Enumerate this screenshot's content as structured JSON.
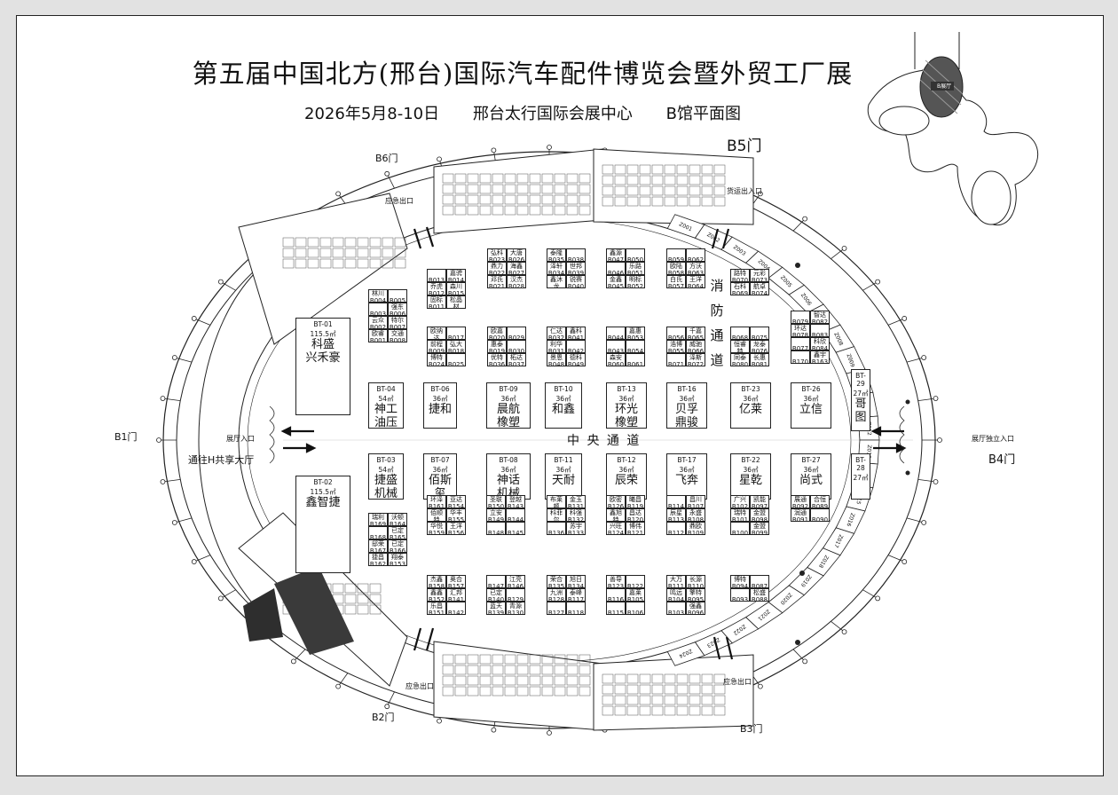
{
  "title": "第五届中国北方(邢台)国际汽车配件博览会暨外贸工厂展",
  "subtitle": {
    "date": "2026年5月8-10日",
    "venue": "邢台太行国际会展中心",
    "hall": "B馆平面图"
  },
  "gates": {
    "b1": "B1门",
    "b2": "B2门",
    "b3": "B3门",
    "b4": "B4门",
    "b5": "B5门",
    "b6": "B6门"
  },
  "labels": {
    "central_aisle": "中 央 通 道",
    "fire_aisle": "消防通道",
    "to_h_hall": "通往H共享大厅",
    "emergency_exit": "应急出口",
    "cargo_entrance": "货运出入口",
    "hall_entrance": "展厅入口",
    "hall_entrance_east": "展厅独立入口"
  },
  "inset": {
    "label": "B展厅"
  },
  "big_booths": [
    {
      "id": "BT-01",
      "area": "115.5㎡",
      "name": "科盛\n兴禾豪"
    },
    {
      "id": "BT-02",
      "area": "115.5㎡",
      "name": "鑫智捷"
    },
    {
      "id": "BT-04",
      "area": "54㎡",
      "name": "神工\n油压"
    },
    {
      "id": "BT-03",
      "area": "54㎡",
      "name": "捷盛\n机械"
    },
    {
      "id": "BT-06",
      "area": "36㎡",
      "name": "捷和"
    },
    {
      "id": "BT-07",
      "area": "36㎡",
      "name": "佰斯玺"
    },
    {
      "id": "BT-09",
      "area": "36㎡",
      "name": "晨航\n橡塑"
    },
    {
      "id": "BT-08",
      "area": "36㎡",
      "name": "神话\n机械"
    },
    {
      "id": "BT-10",
      "area": "36㎡",
      "name": "和鑫"
    },
    {
      "id": "BT-11",
      "area": "36㎡",
      "name": "天耐"
    },
    {
      "id": "BT-13",
      "area": "36㎡",
      "name": "环光\n橡塑"
    },
    {
      "id": "BT-12",
      "area": "36㎡",
      "name": "辰荣"
    },
    {
      "id": "BT-16",
      "area": "36㎡",
      "name": "贝孚\n鼎骏"
    },
    {
      "id": "BT-17",
      "area": "36㎡",
      "name": "飞奔"
    },
    {
      "id": "BT-23",
      "area": "36㎡",
      "name": "亿莱"
    },
    {
      "id": "BT-22",
      "area": "36㎡",
      "name": "星乾"
    },
    {
      "id": "BT-26",
      "area": "36㎡",
      "name": "立信"
    },
    {
      "id": "BT-27",
      "area": "36㎡",
      "name": "尚式"
    },
    {
      "id": "BT-29",
      "area": "27㎡",
      "name": "哥图"
    },
    {
      "id": "BT-28",
      "area": "27㎡",
      "name": ""
    }
  ],
  "small_booths": [
    {
      "id": "B004",
      "name": "林川"
    },
    {
      "id": "B005",
      "name": ""
    },
    {
      "id": "B003",
      "name": ""
    },
    {
      "id": "B006",
      "name": "强东"
    },
    {
      "id": "B002",
      "name": "云众"
    },
    {
      "id": "B007",
      "name": "特尔"
    },
    {
      "id": "B001",
      "name": "欧睿"
    },
    {
      "id": "B008",
      "name": "交通"
    },
    {
      "id": "B013",
      "name": ""
    },
    {
      "id": "B014",
      "name": "嘉骋"
    },
    {
      "id": "B012",
      "name": "乔虎"
    },
    {
      "id": "B015",
      "name": "森川"
    },
    {
      "id": "B011",
      "name": "固标"
    },
    {
      "id": "B016",
      "name": "松晶材"
    },
    {
      "id": "B010",
      "name": "欧纳达"
    },
    {
      "id": "B017",
      "name": ""
    },
    {
      "id": "B009",
      "name": "前程"
    },
    {
      "id": "B018",
      "name": "弘大"
    },
    {
      "id": "B024",
      "name": "博特"
    },
    {
      "id": "B025",
      "name": ""
    },
    {
      "id": "B023",
      "name": "弘科"
    },
    {
      "id": "B026",
      "name": "大唐"
    },
    {
      "id": "B022",
      "name": "鼎力"
    },
    {
      "id": "B027",
      "name": "海鑫"
    },
    {
      "id": "B021",
      "name": "邓氏"
    },
    {
      "id": "B028",
      "name": "汉杰"
    },
    {
      "id": "B020",
      "name": "欧嘉"
    },
    {
      "id": "B029",
      "name": ""
    },
    {
      "id": "B019",
      "name": "惠泰"
    },
    {
      "id": "B030",
      "name": ""
    },
    {
      "id": "B036",
      "name": "优特"
    },
    {
      "id": "B037",
      "name": "柘达"
    },
    {
      "id": "B035",
      "name": "泰隆"
    },
    {
      "id": "B038",
      "name": ""
    },
    {
      "id": "B034",
      "name": "泽轩"
    },
    {
      "id": "B039",
      "name": "世邦"
    },
    {
      "id": "B033",
      "name": "鑫沐龙"
    },
    {
      "id": "B040",
      "name": "锐赛"
    },
    {
      "id": "B032",
      "name": "仁达"
    },
    {
      "id": "B041",
      "name": "鑫科"
    },
    {
      "id": "B031",
      "name": "利华"
    },
    {
      "id": "B042",
      "name": ""
    },
    {
      "id": "B048",
      "name": "景恩"
    },
    {
      "id": "B049",
      "name": "德科"
    },
    {
      "id": "B047",
      "name": "鑫源"
    },
    {
      "id": "B050",
      "name": ""
    },
    {
      "id": "B046",
      "name": ""
    },
    {
      "id": "B051",
      "name": "乐路"
    },
    {
      "id": "B045",
      "name": "金鑫"
    },
    {
      "id": "B052",
      "name": "明标"
    },
    {
      "id": "B044",
      "name": ""
    },
    {
      "id": "B053",
      "name": "嘉惠"
    },
    {
      "id": "B043",
      "name": ""
    },
    {
      "id": "B054",
      "name": ""
    },
    {
      "id": "B060",
      "name": "森安"
    },
    {
      "id": "B061",
      "name": ""
    },
    {
      "id": "B059",
      "name": ""
    },
    {
      "id": "B062",
      "name": ""
    },
    {
      "id": "B058",
      "name": "欧陆"
    },
    {
      "id": "B063",
      "name": "方沃"
    },
    {
      "id": "B057",
      "name": "白氏"
    },
    {
      "id": "B064",
      "name": "王洋"
    },
    {
      "id": "B056",
      "name": ""
    },
    {
      "id": "B065",
      "name": "千嘉"
    },
    {
      "id": "B055",
      "name": "浩博"
    },
    {
      "id": "B066",
      "name": "威驰"
    },
    {
      "id": "B071",
      "name": ""
    },
    {
      "id": "B072",
      "name": "泽斯"
    },
    {
      "id": "B070",
      "name": "路特"
    },
    {
      "id": "B073",
      "name": "元彩"
    },
    {
      "id": "B069",
      "name": "石科"
    },
    {
      "id": "B074",
      "name": "航卓"
    },
    {
      "id": "B068",
      "name": ""
    },
    {
      "id": "B075",
      "name": ""
    },
    {
      "id": "B067",
      "name": "恒睿特"
    },
    {
      "id": "B076",
      "name": "龙泰"
    },
    {
      "id": "B080",
      "name": "同泰"
    },
    {
      "id": "B081",
      "name": "长惠"
    },
    {
      "id": "B079",
      "name": ""
    },
    {
      "id": "B082",
      "name": "智达"
    },
    {
      "id": "B078",
      "name": "环达"
    },
    {
      "id": "B083",
      "name": ""
    },
    {
      "id": "B077",
      "name": ""
    },
    {
      "id": "B084",
      "name": "科欣"
    },
    {
      "id": "B170",
      "name": ""
    },
    {
      "id": "B163",
      "name": "鑫宇"
    },
    {
      "id": "B169",
      "name": "瑞利"
    },
    {
      "id": "B164",
      "name": "沃顿"
    },
    {
      "id": "B168",
      "name": ""
    },
    {
      "id": "B165",
      "name": "已定"
    },
    {
      "id": "B167",
      "name": "邸荣"
    },
    {
      "id": "B166",
      "name": "已定"
    },
    {
      "id": "B162",
      "name": "捷昌"
    },
    {
      "id": "B153",
      "name": "翔泰"
    },
    {
      "id": "B161",
      "name": "环泽"
    },
    {
      "id": "B154",
      "name": "亚达"
    },
    {
      "id": "B160",
      "name": "佰顺特"
    },
    {
      "id": "B155",
      "name": "华丰"
    },
    {
      "id": "B159",
      "name": "华悦"
    },
    {
      "id": "B156",
      "name": "王洋"
    },
    {
      "id": "B158",
      "name": "杰鑫"
    },
    {
      "id": "B157",
      "name": "奥合"
    },
    {
      "id": "B152",
      "name": "鑫鑫"
    },
    {
      "id": "B141",
      "name": "汇邦"
    },
    {
      "id": "B151",
      "name": "乐昌"
    },
    {
      "id": "B142",
      "name": ""
    },
    {
      "id": "B150",
      "name": "圣联"
    },
    {
      "id": "B143",
      "name": "登越"
    },
    {
      "id": "B149",
      "name": "立安"
    },
    {
      "id": "B144",
      "name": ""
    },
    {
      "id": "B148",
      "name": ""
    },
    {
      "id": "B145",
      "name": ""
    },
    {
      "id": "B147",
      "name": ""
    },
    {
      "id": "B146",
      "name": "江亮"
    },
    {
      "id": "B140",
      "name": "已定"
    },
    {
      "id": "B129",
      "name": ""
    },
    {
      "id": "B139",
      "name": "蓝天"
    },
    {
      "id": "B130",
      "name": "青源"
    },
    {
      "id": "B138",
      "name": "布莱顿"
    },
    {
      "id": "B131",
      "name": "金玉"
    },
    {
      "id": "B137",
      "name": "科菲尔"
    },
    {
      "id": "B132",
      "name": "科强"
    },
    {
      "id": "B136",
      "name": ""
    },
    {
      "id": "B133",
      "name": "苏宇"
    },
    {
      "id": "B135",
      "name": "荣合"
    },
    {
      "id": "B134",
      "name": "旭日"
    },
    {
      "id": "B128",
      "name": "九洲"
    },
    {
      "id": "B117",
      "name": "泰峰"
    },
    {
      "id": "B127",
      "name": ""
    },
    {
      "id": "B118",
      "name": ""
    },
    {
      "id": "B126",
      "name": "欧密"
    },
    {
      "id": "B119",
      "name": "曦昌"
    },
    {
      "id": "B125",
      "name": "鑫旭特"
    },
    {
      "id": "B120",
      "name": "昌达"
    },
    {
      "id": "B124",
      "name": "兴旺"
    },
    {
      "id": "B121",
      "name": "博伟"
    },
    {
      "id": "B123",
      "name": "善导"
    },
    {
      "id": "B122",
      "name": ""
    },
    {
      "id": "B116",
      "name": ""
    },
    {
      "id": "B105",
      "name": "嘉莱"
    },
    {
      "id": "B115",
      "name": ""
    },
    {
      "id": "B106",
      "name": ""
    },
    {
      "id": "B114",
      "name": ""
    },
    {
      "id": "B107",
      "name": "昌川"
    },
    {
      "id": "B113",
      "name": "辰星"
    },
    {
      "id": "B108",
      "name": "永盛"
    },
    {
      "id": "B112",
      "name": ""
    },
    {
      "id": "B109",
      "name": "鼎欧"
    },
    {
      "id": "B111",
      "name": "大万"
    },
    {
      "id": "B110",
      "name": "长源"
    },
    {
      "id": "B104",
      "name": "鸣远"
    },
    {
      "id": "B095",
      "name": "擎特"
    },
    {
      "id": "B103",
      "name": ""
    },
    {
      "id": "B096",
      "name": "强鑫"
    },
    {
      "id": "B102",
      "name": "广兴"
    },
    {
      "id": "B097",
      "name": "凯能"
    },
    {
      "id": "B101",
      "name": "瑞特"
    },
    {
      "id": "B098",
      "name": "金盟"
    },
    {
      "id": "B100",
      "name": ""
    },
    {
      "id": "B099",
      "name": "金盟"
    },
    {
      "id": "B094",
      "name": "博特"
    },
    {
      "id": "B087",
      "name": ""
    },
    {
      "id": "B093",
      "name": ""
    },
    {
      "id": "B088",
      "name": "松盛"
    },
    {
      "id": "B092",
      "name": "展通"
    },
    {
      "id": "B089",
      "name": "合恒"
    },
    {
      "id": "B091",
      "name": "润通"
    },
    {
      "id": "B090",
      "name": ""
    }
  ],
  "ring_booths": [
    "Z001",
    "Z002",
    "Z003",
    "Z004",
    "Z005",
    "Z006",
    "Z007",
    "Z008",
    "Z009",
    "Z010",
    "Z011",
    "Z012",
    "Z013",
    "Z014",
    "Z015",
    "Z016",
    "Z017",
    "Z018",
    "Z019",
    "Z020",
    "Z021",
    "Z022",
    "Z023",
    "Z024"
  ]
}
